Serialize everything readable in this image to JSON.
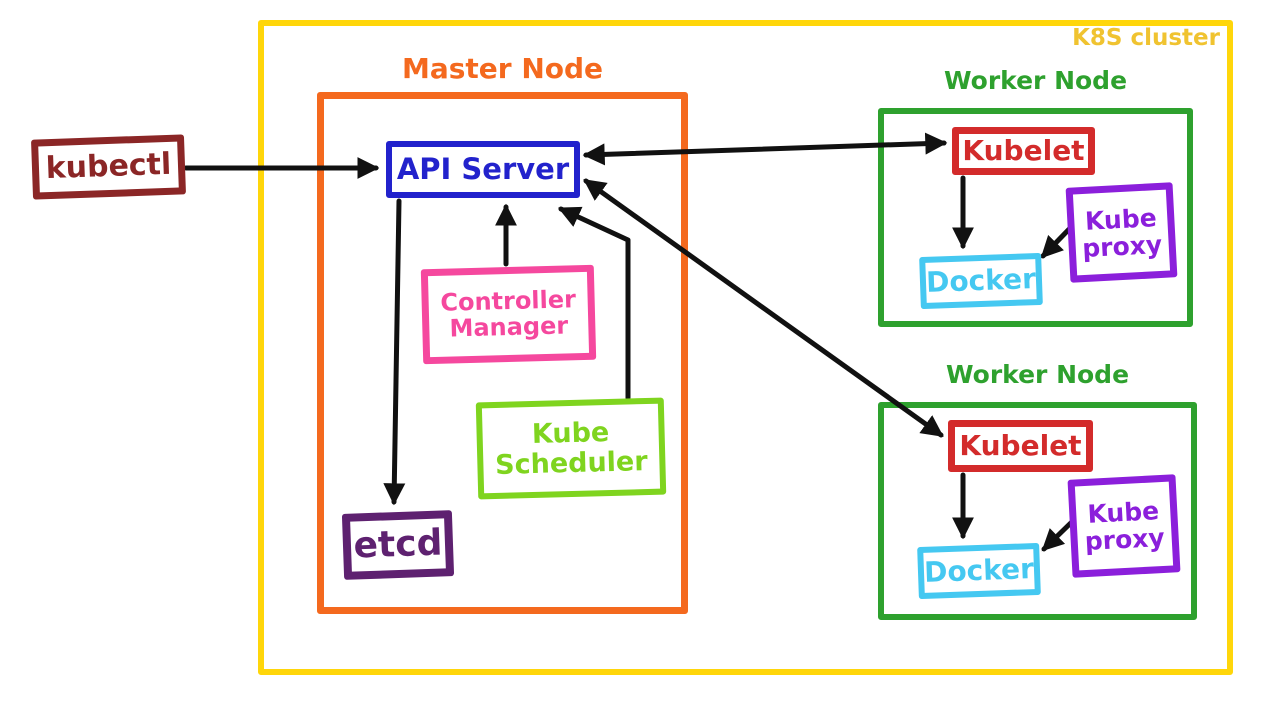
{
  "diagram": {
    "cluster_label": "K8S cluster",
    "kubectl_label": "kubectl",
    "master": {
      "label": "Master Node",
      "api_server": "API Server",
      "controller_manager": "Controller Manager",
      "kube_scheduler": "Kube Scheduler",
      "etcd": "etcd"
    },
    "workers": [
      {
        "label": "Worker Node",
        "kubelet": "Kubelet",
        "kube_proxy": "Kube proxy",
        "docker": "Docker"
      },
      {
        "label": "Worker Node",
        "kubelet": "Kubelet",
        "kube_proxy": "Kube proxy",
        "docker": "Docker"
      }
    ],
    "edges": [
      {
        "from": "kubectl",
        "to": "API Server",
        "bidirectional": false
      },
      {
        "from": "API Server",
        "to": "Kubelet (worker 1)",
        "bidirectional": true
      },
      {
        "from": "API Server",
        "to": "Kubelet (worker 2)",
        "bidirectional": true
      },
      {
        "from": "API Server",
        "to": "etcd",
        "bidirectional": false
      },
      {
        "from": "Controller Manager",
        "to": "API Server",
        "bidirectional": false
      },
      {
        "from": "Kube Scheduler",
        "to": "API Server",
        "bidirectional": false
      },
      {
        "from": "Kubelet (worker 1)",
        "to": "Docker (worker 1)",
        "bidirectional": false
      },
      {
        "from": "Kube proxy (worker 1)",
        "to": "Docker (worker 1)",
        "bidirectional": false
      },
      {
        "from": "Kubelet (worker 2)",
        "to": "Docker (worker 2)",
        "bidirectional": false
      },
      {
        "from": "Kube proxy (worker 2)",
        "to": "Docker (worker 2)",
        "bidirectional": false
      }
    ],
    "colors": {
      "cluster_border": "#ffd60a",
      "cluster_label_text": "#f0c330",
      "master_orange": "#f4691e",
      "worker_green": "#2ea12e",
      "api_server_blue": "#2222cc",
      "controller_manager_pink": "#f5489e",
      "kube_scheduler_lime": "#7fd41f",
      "etcd_purple": "#5e2170",
      "kubectl_maroon": "#8b2626",
      "kubelet_red": "#d32b2b",
      "kube_proxy_violet": "#8b1fdb",
      "docker_cyan": "#45c8f1",
      "arrow_black": "#111111"
    }
  }
}
